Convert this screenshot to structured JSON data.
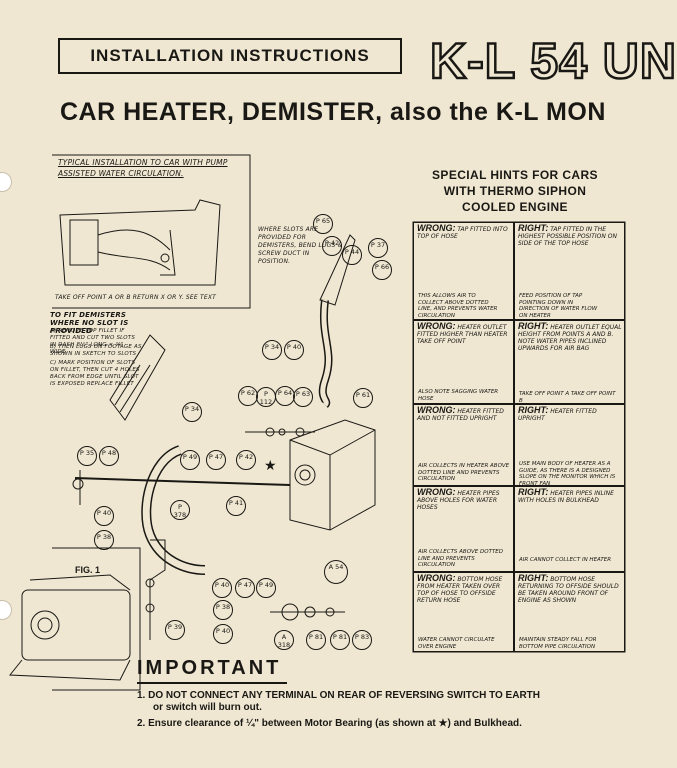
{
  "header": {
    "box_title": "INSTALLATION INSTRUCTIONS",
    "model": "K-L 54 UN",
    "subtitle": "CAR HEATER, DEMISTER, also the K-L MON"
  },
  "typical": {
    "caption": "TYPICAL INSTALLATION TO CAR WITH PUMP ASSISTED WATER CIRCULATION.",
    "take_off": "TAKE OFF POINT A OR B  RETURN X OR Y.  SEE TEXT"
  },
  "demister": {
    "heading": "TO FIT DEMISTERS WHERE NO SLOT IS PROVIDED",
    "steps": [
      "A) REMOVE TOP FILLET IF FITTED AND CUT TWO SLOTS IN DASH 8½\" LONG × ⅜\" WIDE.",
      "B) THEN LUGS ON FOOTAGE AS SHOWN IN SKETCH TO SLOTS",
      "C) MARK POSITION OF SLOTS ON FILLET, THEN CUT 4 HOLES BACK FROM EDGE UNTIL SLOT IS EXPOSED REPLACE FILLET"
    ]
  },
  "slots_note": "WHERE SLOTS ARE PROVIDED FOR DEMISTERS, BEND LUGS & SCREW DUCT IN POSITION.",
  "fig1_label": "FIG. 1",
  "hints": {
    "title_lines": [
      "SPECIAL HINTS FOR CARS",
      "WITH THERMO SIPHON",
      "COOLED ENGINE"
    ],
    "rows": [
      {
        "wrong_tag": "WRONG:",
        "wrong_head": "TAP FITTED INTO TOP OF HOSE",
        "wrong_body": "THIS ALLOWS AIR TO COLLECT ABOVE DOTTED LINE, AND PREVENTS WATER CIRCULATION",
        "right_tag": "RIGHT:",
        "right_head": "TAP FITTED IN THE HIGHEST POSSIBLE POSITION ON SIDE OF THE TOP HOSE",
        "right_body": "FEED POSITION OF TAP POINTING DOWN IN DIRECTION OF WATER FLOW ON HEATER"
      },
      {
        "wrong_tag": "WRONG:",
        "wrong_head": "HEATER OUTLET FITTED HIGHER THAN HEATER TAKE OFF POINT",
        "wrong_body": "ALSO NOTE SAGGING WATER HOSE",
        "right_tag": "RIGHT:",
        "right_head": "HEATER OUTLET EQUAL HEIGHT FROM POINTS A AND B. NOTE WATER PIPES INCLINED UPWARDS FOR AIR BAG",
        "right_body": "TAKE OFF POINT A      TAKE OFF POINT B"
      },
      {
        "wrong_tag": "WRONG:",
        "wrong_head": "HEATER FITTED AND NOT FITTED UPRIGHT",
        "wrong_body": "AIR COLLECTS IN HEATER ABOVE DOTTED LINE AND PREVENTS CIRCULATION",
        "right_tag": "RIGHT:",
        "right_head": "HEATER FITTED UPRIGHT",
        "right_body": "USE MAIN BODY OF HEATER AS A GUIDE, AS THERE IS A DESIGNED SLOPE ON THE MONITOR WHICH IS FRONT FAN"
      },
      {
        "wrong_tag": "WRONG:",
        "wrong_head": "HEATER PIPES ABOVE HOLES FOR WATER HOSES",
        "wrong_body": "AIR COLLECTS ABOVE DOTTED LINE AND PREVENTS CIRCULATION",
        "right_tag": "RIGHT:",
        "right_head": "HEATER PIPES INLINE WITH HOLES IN BULKHEAD",
        "right_body": "AIR CANNOT COLLECT IN HEATER"
      },
      {
        "wrong_tag": "WRONG:",
        "wrong_head": "BOTTOM HOSE FROM HEATER TAKEN OVER TOP OF HOSE TO OFFSIDE RETURN HOSE",
        "wrong_body": "WATER CANNOT CIRCULATE OVER ENGINE",
        "right_tag": "RIGHT:",
        "right_head": "BOTTOM HOSE RETURNING TO OFFSIDE SHOULD BE TAKEN AROUND FRONT OF ENGINE AS SHOWN",
        "right_body": "MAINTAIN STEADY FALL FOR BOTTOM PIPE CIRCULATION"
      }
    ]
  },
  "parts": [
    "P 65",
    "P 37",
    "P 66",
    "P 34",
    "P 40",
    "P 42",
    "P 44",
    "P 61",
    "P 62",
    "P 112",
    "P 64",
    "P 63",
    "P 34",
    "P 35",
    "P 48",
    "P 49",
    "P 47",
    "P 42",
    "P 40",
    "P 38",
    "P 378",
    "P 41",
    "P 40",
    "P 47",
    "P 49",
    "P 39",
    "P 38",
    "P 40",
    "A 318",
    "P 81",
    "P 81",
    "P 83",
    "A 54"
  ],
  "important": {
    "heading": "IMPORTANT",
    "notes": [
      {
        "num": "1.",
        "text_line1": "DO NOT CONNECT ANY TERMINAL ON REAR OF REVERSING SWITCH TO EARTH",
        "text_line2": "or switch will burn out."
      },
      {
        "num": "2.",
        "text_line1": "Ensure clearance of ¼\" between Motor Bearing (as shown at ★) and Bulkhead.",
        "text_line2": ""
      }
    ]
  },
  "colors": {
    "paper": "#efe7d2",
    "ink": "#1a1814"
  }
}
